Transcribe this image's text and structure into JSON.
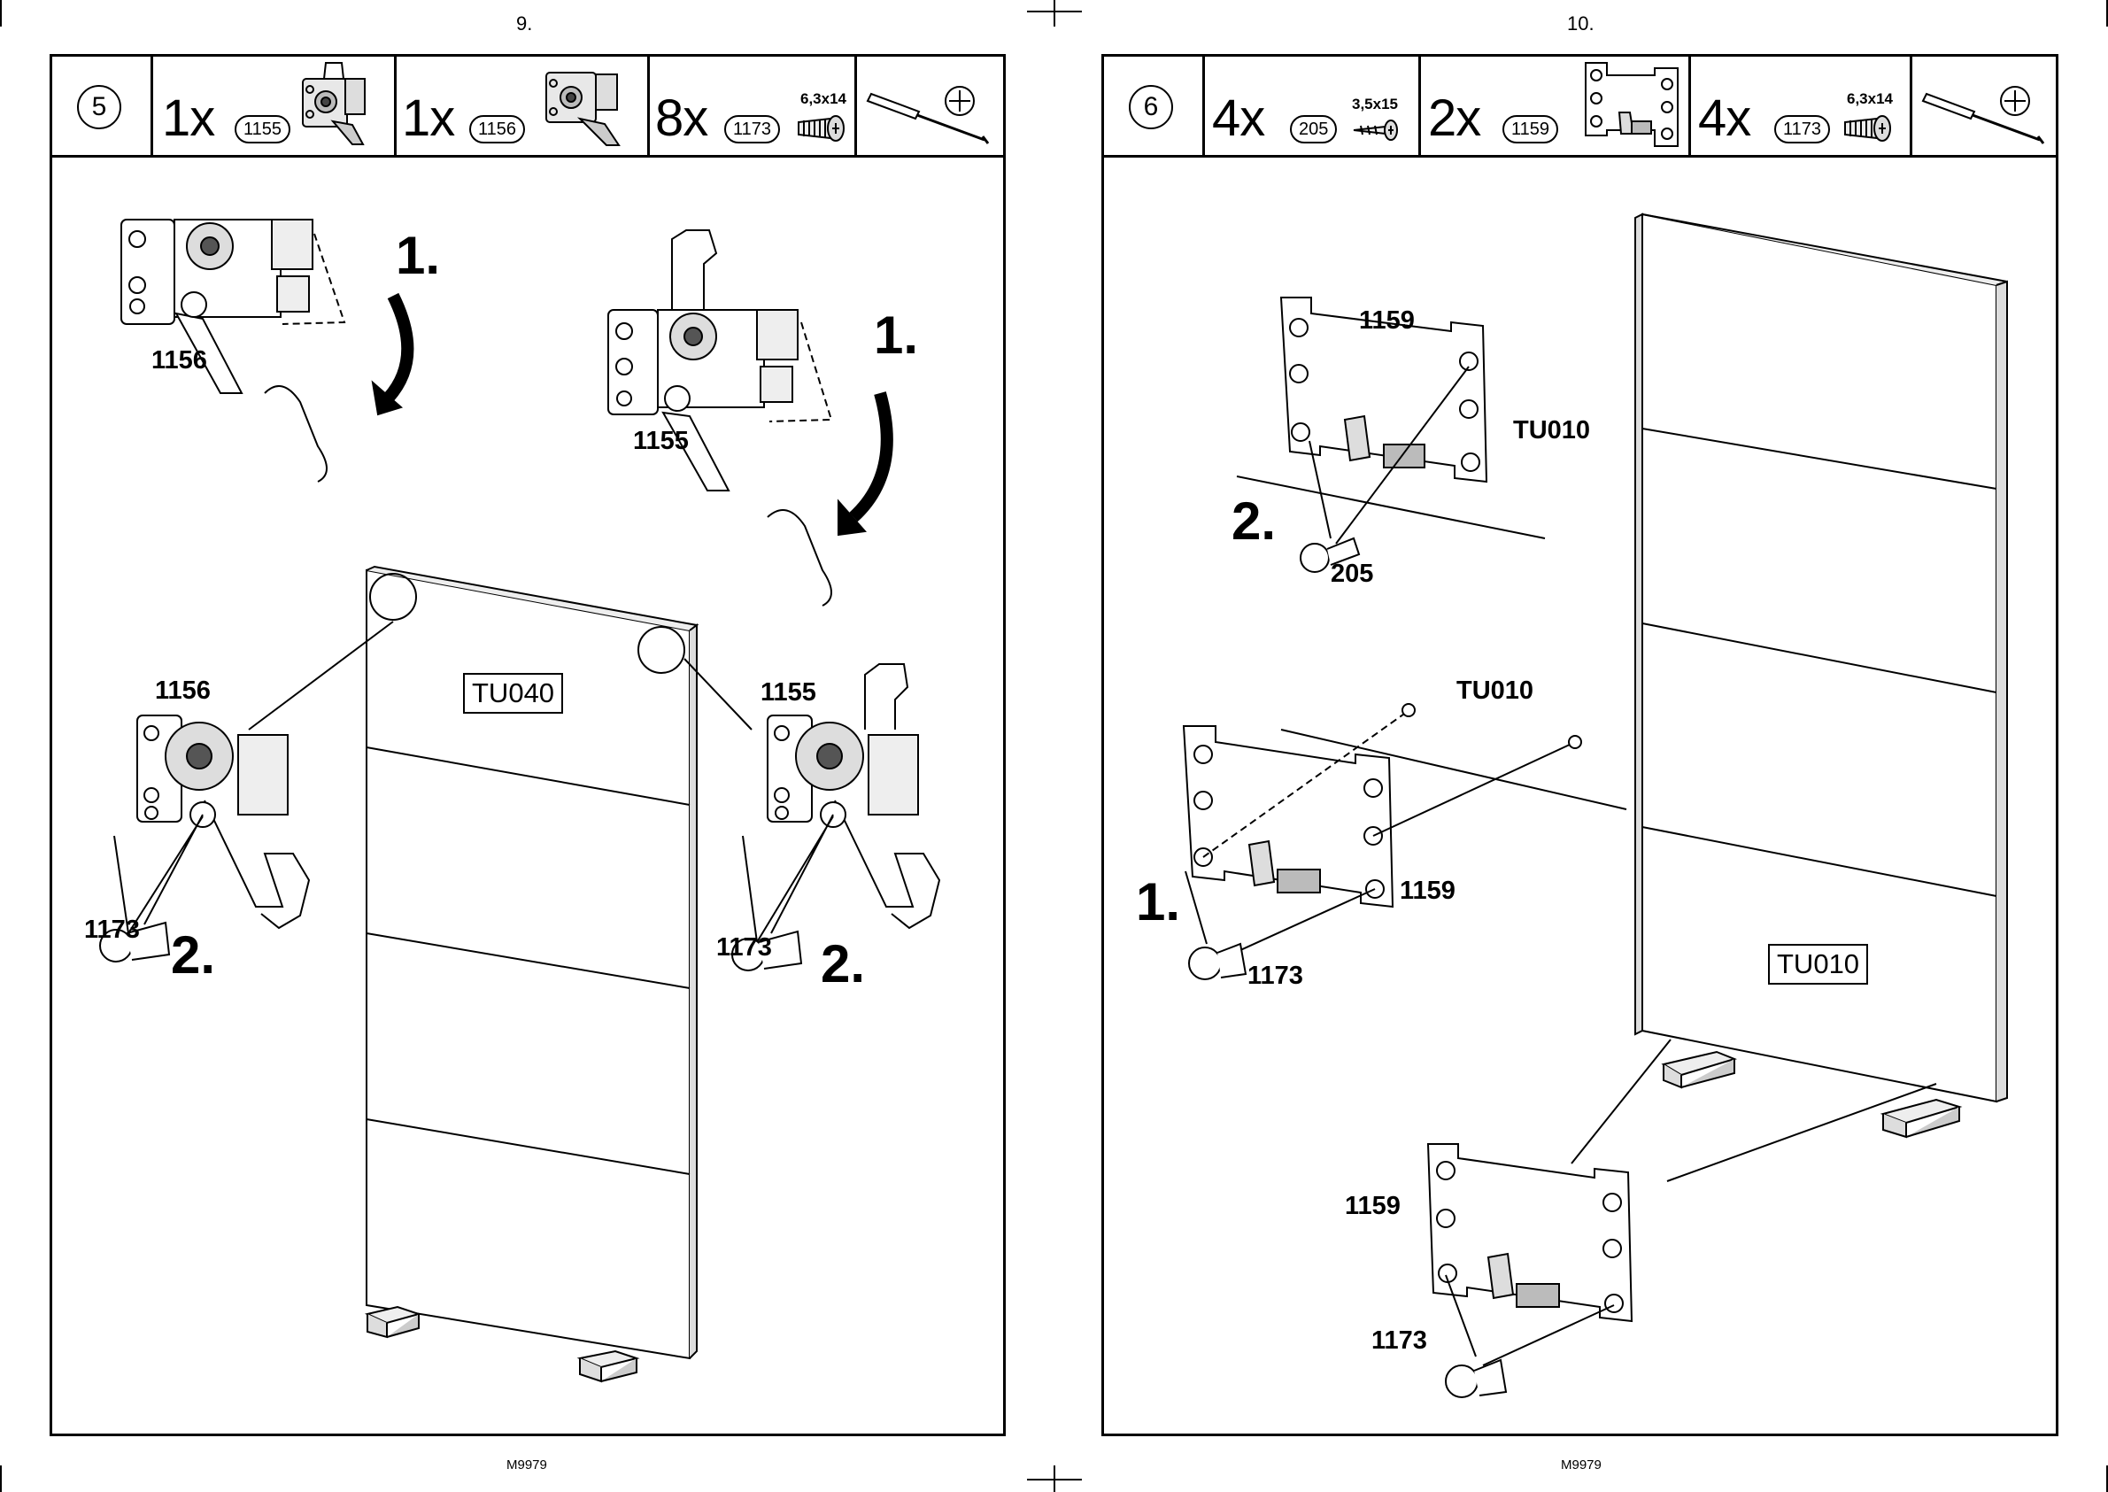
{
  "left": {
    "page_number": "9.",
    "step": "5",
    "parts": [
      {
        "qty": "1x",
        "code": "1155",
        "icon": "hinge-1155-icon"
      },
      {
        "qty": "1x",
        "code": "1156",
        "icon": "hinge-1156-icon"
      },
      {
        "qty": "8x",
        "code": "1173",
        "size": "6,3x14",
        "icon": "dowel-screw-icon"
      }
    ],
    "tool": "phillips-screwdriver-icon",
    "labels": {
      "top_1156": "1156",
      "top_1155": "1155",
      "step1_a": "1.",
      "step1_b": "1.",
      "bottom_1156": "1156",
      "bottom_1155": "1155",
      "screw_a": "1173",
      "screw_b": "1173",
      "step2_a": "2.",
      "step2_b": "2.",
      "panel": "TU040"
    },
    "footer": "M9979"
  },
  "right": {
    "page_number": "10.",
    "step": "6",
    "parts": [
      {
        "qty": "4x",
        "code": "205",
        "size": "3,5x15",
        "icon": "wood-screw-icon"
      },
      {
        "qty": "2x",
        "code": "1159",
        "icon": "bracket-1159-icon"
      },
      {
        "qty": "4x",
        "code": "1173",
        "size": "6,3x14",
        "icon": "dowel-screw-icon"
      }
    ],
    "tool": "phillips-screwdriver-icon",
    "labels": {
      "top_1159": "1159",
      "top_tu010": "TU010",
      "top_step2": "2.",
      "top_205": "205",
      "mid_tu010": "TU010",
      "mid_1159": "1159",
      "mid_step1": "1.",
      "mid_1173": "1173",
      "panel": "TU010",
      "bot_1159": "1159",
      "bot_1173": "1173"
    },
    "footer": "M9979"
  }
}
